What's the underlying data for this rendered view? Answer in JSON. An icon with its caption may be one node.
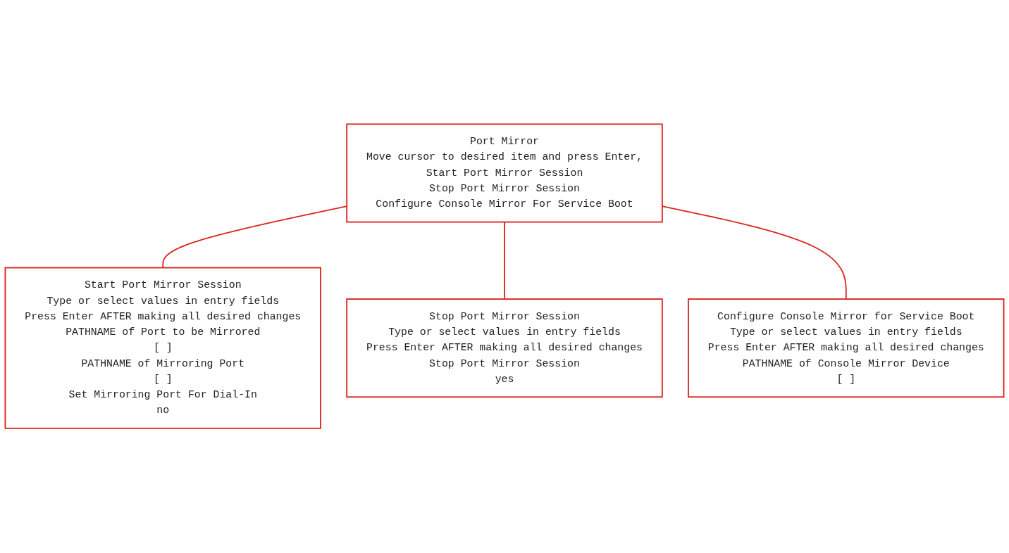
{
  "diagram": {
    "nodes": [
      {
        "text": [
          "Port Mirror",
          "Move cursor to desired item and press Enter,",
          "Start Port Mirror Session",
          "Stop Port Mirror Session",
          "Configure Console Mirror For Service Boot"
        ]
      },
      {
        "text": [
          "Start Port Mirror Session",
          "Type or select values in entry fields",
          "Press Enter AFTER making all desired changes",
          "PATHNAME of Port to be Mirrored",
          "[ ]",
          "PATHNAME of Mirroring Port",
          "[ ]",
          "Set Mirroring Port For Dial-In",
          "no"
        ]
      },
      {
        "text": [
          "Configure Console Mirror for Service Boot",
          "Type or select values in entry fields",
          "Press Enter AFTER making all desired changes",
          "PATHNAME of Console Mirror Device",
          "[ ]"
        ]
      },
      {
        "text": [
          "Stop Port Mirror Session",
          "Type or select values in entry fields",
          "Press Enter AFTER making all desired changes",
          "Stop Port Mirror Session",
          "yes"
        ]
      }
    ],
    "edges": [
      {
        "from": 0,
        "to": 1,
        "arrow": "none"
      },
      {
        "from": 0,
        "to": 3,
        "arrow": "none"
      },
      {
        "from": 0,
        "to": 2,
        "arrow": "none"
      }
    ]
  }
}
